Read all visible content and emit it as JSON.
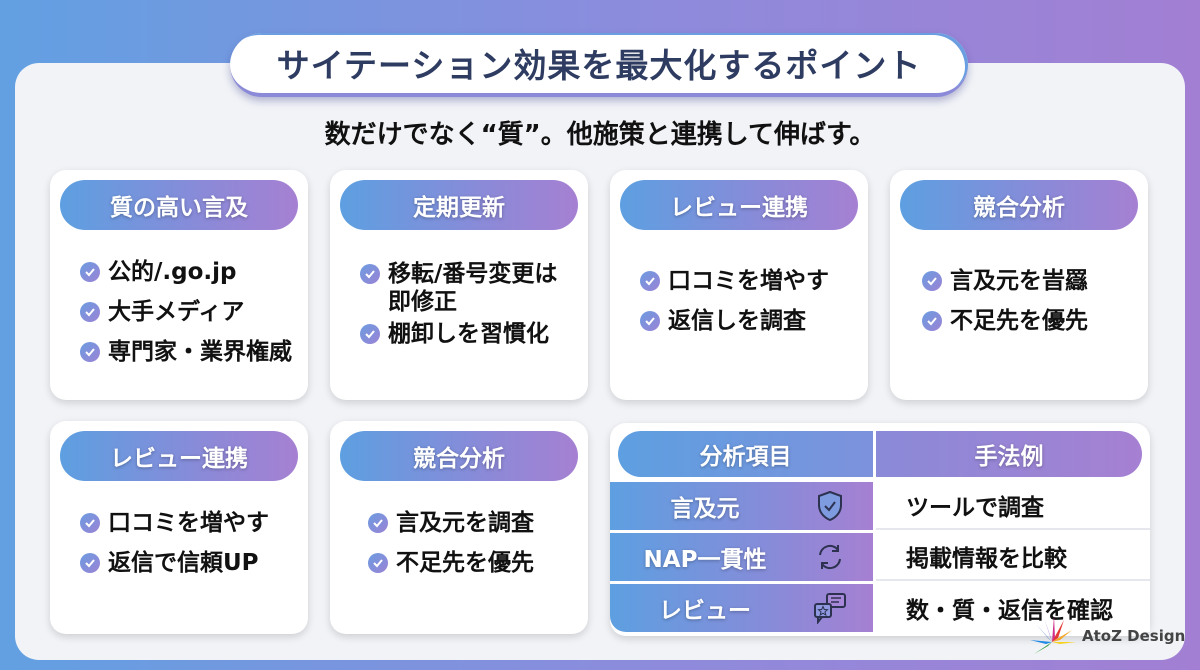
{
  "title": "サイテーション効果を最大化するポイント",
  "subtitle": "数だけでなく“質”。他施策と連携して伸ばす。",
  "cards": [
    {
      "heading": "質の高い言及",
      "items": [
        "公的/.go.jp",
        "大手メディア",
        "専門家・業界権威"
      ]
    },
    {
      "heading": "定期更新",
      "items": [
        "移転/番号変更は即修正",
        "棚卸しを習慣化"
      ]
    },
    {
      "heading": "レビュー連携",
      "items": [
        "口コミを増やす",
        "返信しを調査"
      ]
    },
    {
      "heading": "競合分析",
      "items": [
        "言及元を旹羉",
        "不足先を優先"
      ]
    },
    {
      "heading": "レビュー連携",
      "items": [
        "口コミを増やす",
        "返信で信頼UP"
      ]
    },
    {
      "heading": "競合分析",
      "items": [
        "言及元を調査",
        "不足先を優先"
      ]
    }
  ],
  "table": {
    "headers": [
      "分析項目",
      "手法例"
    ],
    "rows": [
      {
        "label": "言及元",
        "icon": "shield-check-icon",
        "value": "ツールで調査"
      },
      {
        "label": "NAP一貫性",
        "icon": "refresh-icon",
        "value": "掲載情報を比較"
      },
      {
        "label": "レビュー",
        "icon": "review-chat-icon",
        "value": "数・質・返信を確認"
      }
    ]
  },
  "logo": {
    "text": "AtoZ Design"
  },
  "colors": {
    "gradient_start": "#5d9fe1",
    "gradient_end": "#a680d2",
    "title_text": "#2f3c62"
  }
}
